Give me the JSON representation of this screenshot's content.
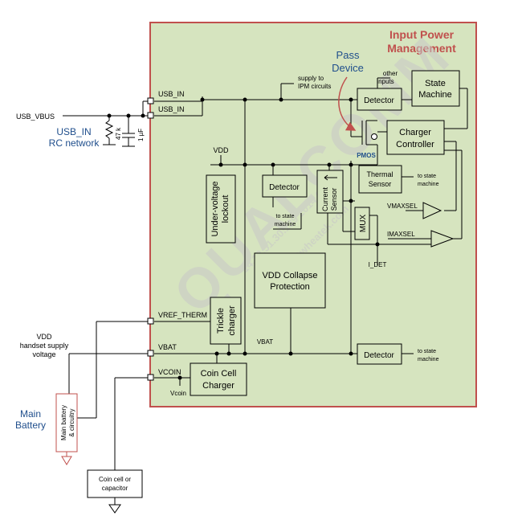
{
  "block": {
    "title_line1": "Input Power",
    "title_line2": "Management",
    "fill_color": "#d6e4bf",
    "border_color": "#c0504d"
  },
  "pass_device": {
    "line1": "Pass",
    "line2": "Device",
    "pmos_label": "PMOS"
  },
  "pins": {
    "usb_in_1": "USB_IN",
    "usb_in_2": "USB_IN",
    "vref_therm": "VREF_THERM",
    "vbat": "VBAT",
    "vcoin": "VCOIN"
  },
  "external": {
    "usb_vbus": "USB_VBUS",
    "rc_network_line1": "USB_IN",
    "rc_network_line2": "RC network",
    "resistor": "47 k",
    "capacitor": "1 µF",
    "vdd_supply_line1": "VDD",
    "vdd_supply_line2": "handset supply",
    "vdd_supply_line3": "voltage",
    "main_battery_line1": "Main",
    "main_battery_line2": "Battery",
    "battery_box_line1": "Main battery",
    "battery_box_line2": "& circuitry",
    "coin_cell_line1": "Coin cell or",
    "coin_cell_line2": "capacitor"
  },
  "blocks": {
    "supply_ipm_line1": "supply to",
    "supply_ipm_line2": "IPM circuits",
    "other_inputs_line1": "other",
    "other_inputs_line2": "inputs",
    "detector_top": "Detector",
    "state_machine_line1": "State",
    "state_machine_line2": "Machine",
    "charger_controller_line1": "Charger",
    "charger_controller_line2": "Controller",
    "thermal_sensor_line1": "Thermal",
    "thermal_sensor_line2": "Sensor",
    "to_state_machine_a1": "to state",
    "to_state_machine_a2": "machine",
    "vdd_internal": "VDD",
    "uvlo_line1": "Under-voltage",
    "uvlo_line2": "lockout",
    "detector_mid": "Detector",
    "to_state_machine_b1": "to state",
    "to_state_machine_b2": "machine",
    "current_sensor_line1": "Current",
    "current_sensor_line2": "Sensor",
    "mux": "MUX",
    "vmaxsel": "VMAXSEL",
    "imaxsel": "IMAXSEL",
    "i_det": "I_DET",
    "vdd_collapse_line1": "VDD Collapse",
    "vdd_collapse_line2": "Protection",
    "trickle_line1": "Trickle",
    "trickle_line2": "charger",
    "vbat_internal": "VBAT",
    "detector_bottom": "Detector",
    "to_state_machine_c1": "to state",
    "to_state_machine_c2": "machine",
    "coin_charger_line1": "Coin Cell",
    "coin_charger_line2": "Charger",
    "vcoin_internal": "Vcoin"
  },
  "watermark": {
    "brand": "QUALCOMM",
    "line1": "14.12.51.30.139 2014.05.05",
    "line2": "yangtao@wheatek.com"
  }
}
